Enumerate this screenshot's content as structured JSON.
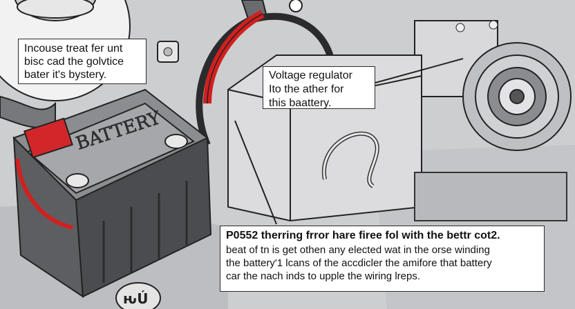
{
  "diagram": {
    "callout_top_left": {
      "lines": [
        "Incouse treat fer unt",
        "bisc cad the golvtice",
        "bater it's bystery."
      ]
    },
    "callout_regulator": {
      "lines": [
        "Voltage regulator",
        "Ito the ather for",
        "this baattery."
      ]
    },
    "callout_bottom": {
      "title": "P0552 therring frror hare firee fol with the bettr cot2.",
      "lines": [
        "beat of tn is get othen any elected wat in the orse winding",
        "the battery'1 lcans of the accdicler the amifore that battery",
        "car the nach inds to upple the wiring lreps."
      ]
    },
    "battery_label": "BATTERY",
    "floor_mark": "ԋÚ"
  }
}
